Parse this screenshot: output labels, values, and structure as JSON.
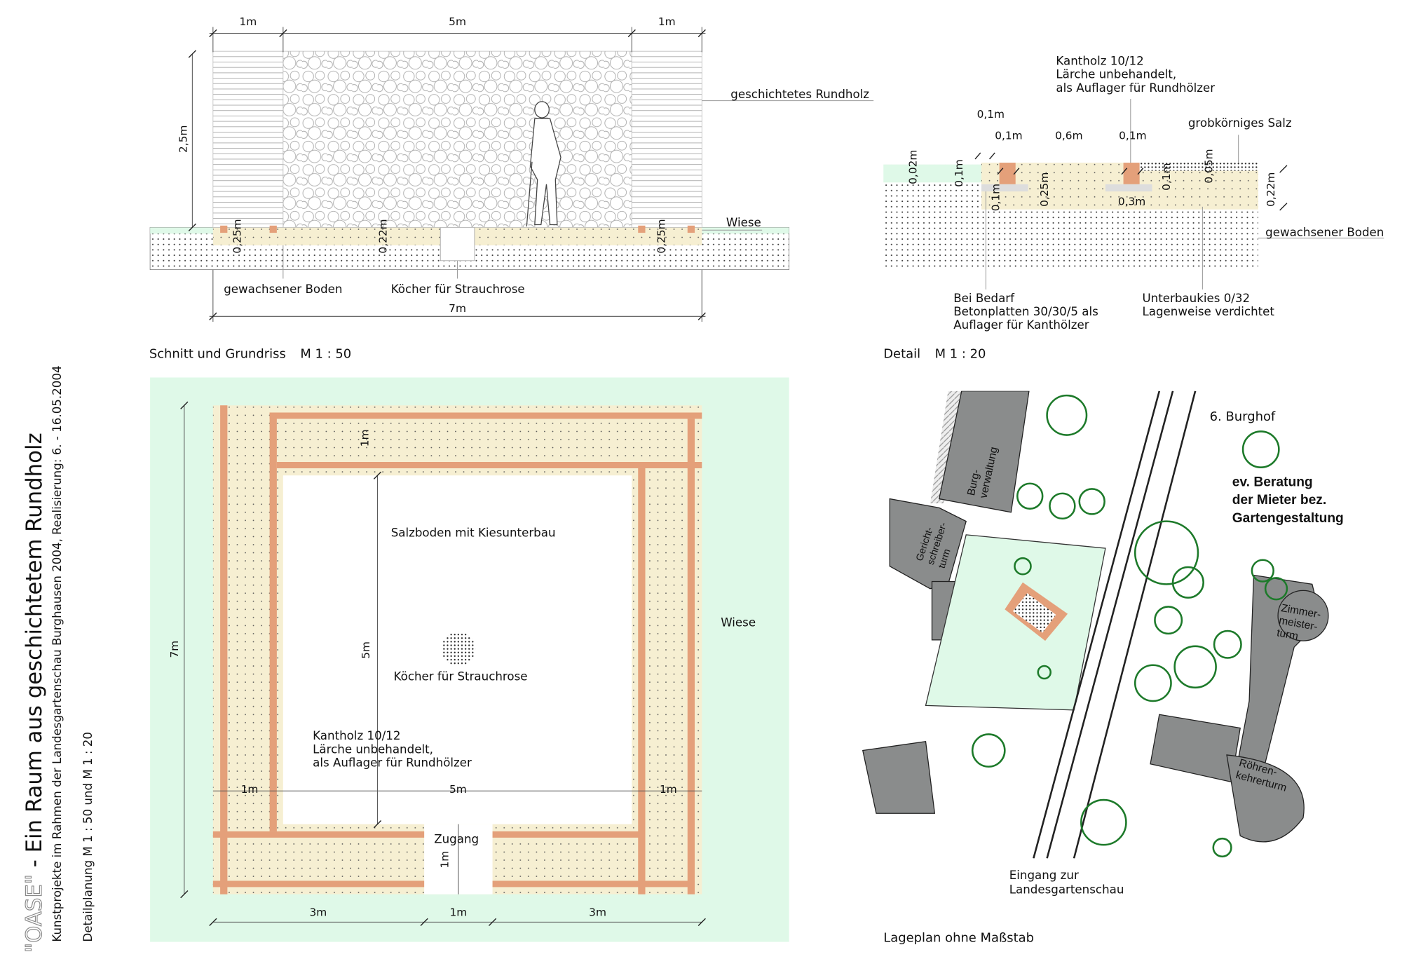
{
  "title": {
    "oase": "\"OASE\"",
    "main": " - Ein Raum aus geschichtetem Rundholz",
    "subtitle": "Kunstprojekte im Rahmen der Landesgartenschau Burghausen 2004, Realisierung: 6. - 16.05.2004",
    "planning": "Detailplanung M 1 : 50 und M 1 : 20"
  },
  "section": {
    "caption": "Schnitt und Grundriss",
    "scale": "M 1 : 50",
    "dims": {
      "left": "1m",
      "middle": "5m",
      "right": "1m",
      "height": "2,5m",
      "total": "7m",
      "d1": "0,25m",
      "d2": "0,22m",
      "d3": "0,25m"
    },
    "labels": {
      "rundholz": "geschichtetes Rundholz",
      "wiese": "Wiese",
      "boden": "gewachsener Boden",
      "koecher": "Köcher für Strauchrose"
    }
  },
  "detail": {
    "caption": "Detail",
    "scale": "M 1 : 20",
    "kantholz": [
      "Kantholz 10/12",
      "Lärche unbehandelt,",
      "als Auflager für Rundhölzer"
    ],
    "salz": "grobkörniges Salz",
    "boden": "gewachsener Boden",
    "bedarf": [
      "Bei Bedarf",
      "Betonplatten 30/30/5 als",
      "Auflager für Kanthölzer"
    ],
    "kies": [
      "Unterbaukies 0/32",
      "Lagenweise verdichtet"
    ],
    "dims": {
      "a": "0,1m",
      "b": "0,1m",
      "c": "0,6m",
      "d": "0,1m",
      "e": "0,02m",
      "f": "0,1m",
      "g": "0,1m",
      "h": "0,25m",
      "i": "0,3m",
      "j": "0,1m",
      "k": "0,05m",
      "l": "0,22m"
    }
  },
  "plan": {
    "salzboden": "Salzboden mit Kiesunterbau",
    "koecher": "Köcher für Strauchrose",
    "wiese": "Wiese",
    "zugang": "Zugang",
    "kantholz": [
      "Kantholz 10/12",
      "Lärche unbehandelt,",
      "als Auflager für Rundhölzer"
    ],
    "dims": {
      "total": "7m",
      "inner": "5m",
      "top": "1m",
      "left": "1m",
      "mid": "5m",
      "right": "1m",
      "gate": "1m",
      "bl": "3m",
      "bm": "1m",
      "br": "3m"
    }
  },
  "site": {
    "burghof": "6. Burghof",
    "beratung": [
      "ev. Beratung",
      "der Mieter bez.",
      "Gartengestaltung"
    ],
    "burgverwaltung": [
      "Burg-",
      "verwaltung"
    ],
    "gerichtschreiberturm": [
      "Gericht-",
      "schreiber-",
      "turm"
    ],
    "zimmermeisterturm": [
      "Zimmer-",
      "meister-",
      "turm"
    ],
    "roehrenkehrerturm": [
      "Röhren-",
      "kehrerturm"
    ],
    "eingang": [
      "Eingang zur",
      "Landesgartenschau"
    ],
    "caption": "Lageplan ohne Maßstab"
  },
  "colors": {
    "wood": "#e4a07a",
    "gravel": "#f6efd2",
    "meadow": "#dff9e8",
    "building": "#8a8c8c",
    "tree": "#1d7a2a"
  }
}
